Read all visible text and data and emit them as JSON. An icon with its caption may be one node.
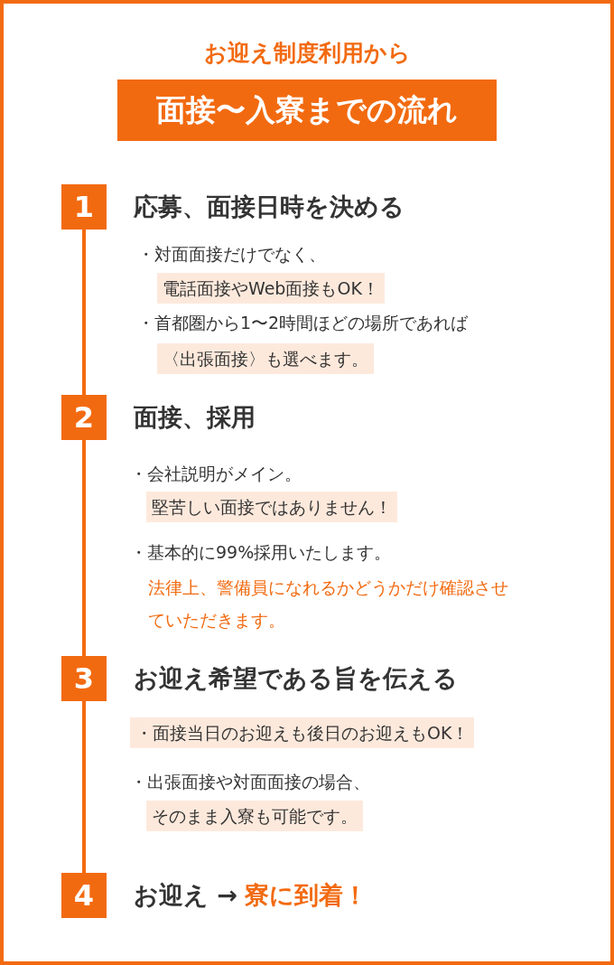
{
  "diagram": {
    "title": "お迎え制度利用から",
    "nodes": [
      {
        "text": [
          "面接〜入寮までの流れ"
        ]
      },
      {
        "text": [
          "1"
        ],
        "beside": [
          "応募、面接日時を決める"
        ]
      },
      {
        "text": [
          "2"
        ],
        "beside": [
          "面接、採用"
        ]
      },
      {
        "text": [
          "3"
        ],
        "beside": [
          "お迎え希望である旨を伝える"
        ]
      },
      {
        "text": [
          "4"
        ],
        "beside": [
          "お迎え →",
          "寮に到着！"
        ]
      }
    ],
    "edges": [
      {
        "from": 1,
        "to": 2,
        "arrow": "none"
      },
      {
        "from": 2,
        "to": 3,
        "arrow": "none"
      },
      {
        "from": 3,
        "to": 4,
        "arrow": "none"
      }
    ],
    "labels": [
      "・対面面接だけでなく、",
      "電話面接やWeb面接もOK！",
      "・首都圏から1〜2時間ほどの場所であれば",
      "〈出張面接〉も選べます。",
      "・会社説明がメイン。",
      "堅苦しい面接ではありません！",
      "・基本的に99%採用いたします。",
      "法律上、警備員になれるかどうかだけ確認させていただきます。",
      "・面接当日のお迎えも後日のお迎えもOK！",
      "・出張面接や対面面接の場合、",
      "そのまま入寮も可能です。"
    ]
  }
}
